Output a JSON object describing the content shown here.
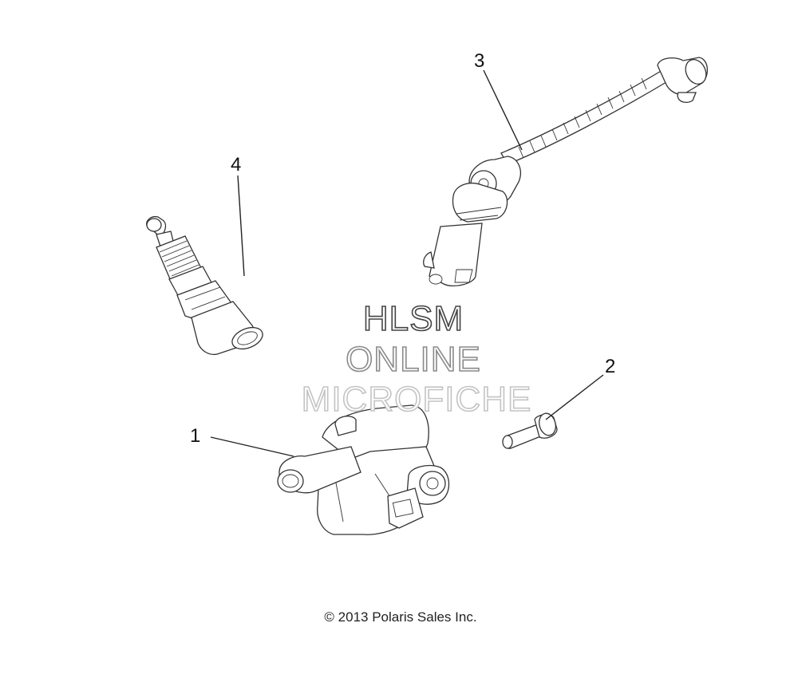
{
  "callouts": [
    {
      "id": "1",
      "label": "1"
    },
    {
      "id": "2",
      "label": "2"
    },
    {
      "id": "3",
      "label": "3"
    },
    {
      "id": "4",
      "label": "4"
    }
  ],
  "watermark": {
    "line1": "HLSM",
    "line2": "ONLINE",
    "line3": "MICROFICHE",
    "colors": [
      "#444444",
      "#8a8a8a",
      "#c4c4c4"
    ]
  },
  "footer": {
    "copyright": "© 2013 Polaris Sales Inc."
  }
}
